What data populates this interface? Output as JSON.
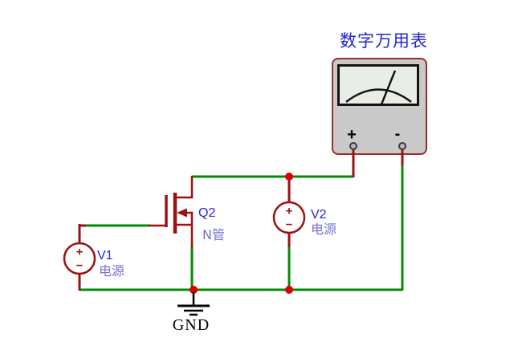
{
  "meter": {
    "title": "数字万用表",
    "plus_label": "+",
    "minus_label": "-"
  },
  "mosfet": {
    "ref": "Q2",
    "type_label": "N管"
  },
  "v1": {
    "ref": "V1",
    "type_label": "电源",
    "plus": "+",
    "minus": "−"
  },
  "v2": {
    "ref": "V2",
    "type_label": "电源",
    "plus": "+",
    "minus": "−"
  },
  "ground": {
    "label": "GND"
  },
  "colors": {
    "component": "#9A1212",
    "wire": "#068A06",
    "junction": "#DE0000",
    "ref_text": "#2424CC",
    "value_text": "#7373C9",
    "title_text": "#2424CC",
    "meter_body": "#C9C9C9",
    "meter_display": "#E8EEE6",
    "meter_border": "#9E2B2B"
  }
}
